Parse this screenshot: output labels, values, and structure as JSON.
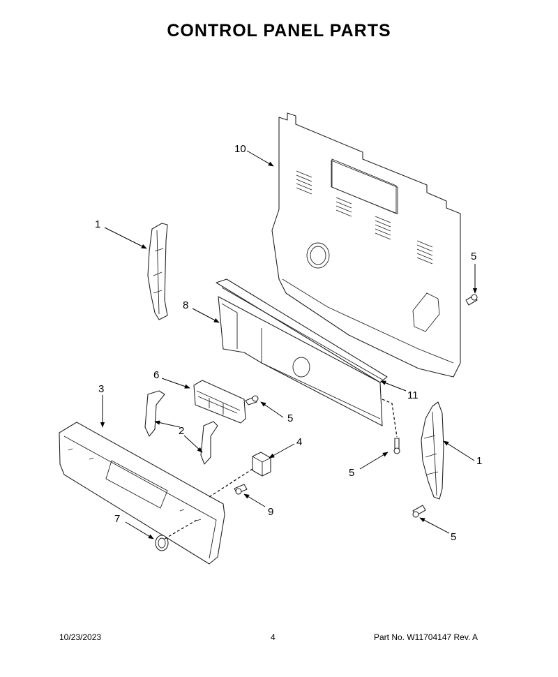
{
  "title": "CONTROL PANEL PARTS",
  "callouts": {
    "c1a": "1",
    "c1b": "1",
    "c2": "2",
    "c3": "3",
    "c4": "4",
    "c5a": "5",
    "c5b": "5",
    "c5c": "5",
    "c5d": "5",
    "c6": "6",
    "c7": "7",
    "c8": "8",
    "c9": "9",
    "c10": "10",
    "c11": "11"
  },
  "footer": {
    "date": "10/23/2023",
    "page": "4",
    "part_no": "Part No.  W11704147  Rev.  A"
  }
}
